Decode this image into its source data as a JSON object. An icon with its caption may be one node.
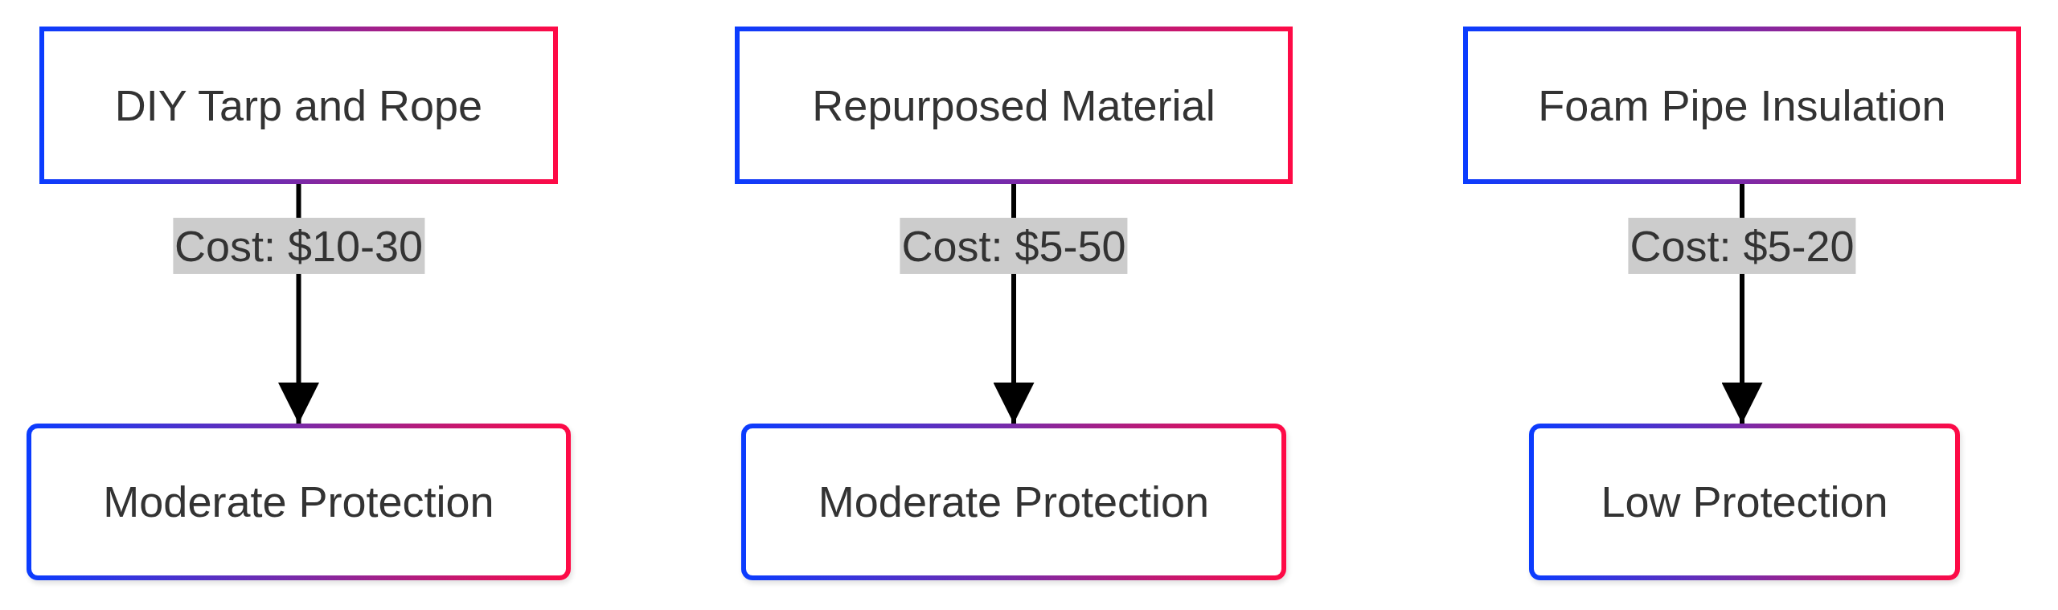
{
  "diagram": {
    "nodes": [
      {
        "text": [
          "DIY Tarp and Rope"
        ]
      },
      {
        "text": [
          "Repurposed Material"
        ]
      },
      {
        "text": [
          "Foam Pipe Insulation"
        ]
      },
      {
        "text": [
          "Moderate Protection"
        ]
      },
      {
        "text": [
          "Moderate Protection"
        ]
      },
      {
        "text": [
          "Low Protection"
        ]
      }
    ],
    "edges": [
      {
        "from": 0,
        "to": 3,
        "arrow": "to",
        "label": "Cost: $10-30"
      },
      {
        "from": 1,
        "to": 4,
        "arrow": "to",
        "label": "Cost: $5-50"
      },
      {
        "from": 2,
        "to": 5,
        "arrow": "to",
        "label": "Cost: $5-20"
      }
    ]
  }
}
